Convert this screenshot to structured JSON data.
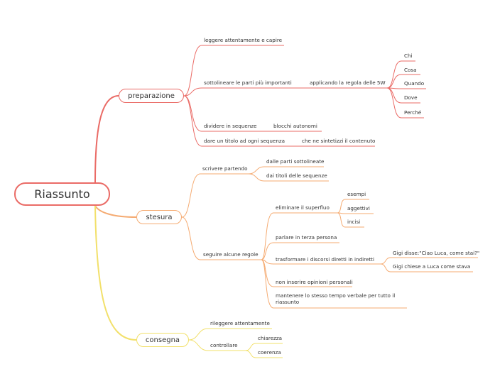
{
  "root": "Riassunto",
  "colors": {
    "preparazione": "#ea6b66",
    "stesura": "#f5ab72",
    "consegna": "#f2e06a"
  },
  "branches": {
    "preparazione": {
      "label": "preparazione",
      "leggere": "leggere attentamente e capire",
      "sottolineare": "sottolineare le parti più importanti",
      "applicando": "applicando la regola delle 5W",
      "w": [
        "Chi",
        "Cosa",
        "Quando",
        "Dove",
        "Perché"
      ],
      "dividere": "dividere in sequenze",
      "blocchi": "blocchi autonomi",
      "titolo": "dare un titolo ad ogni sequenza",
      "sintetizzi": "che ne sintetizzi il contenuto"
    },
    "stesura": {
      "label": "stesura",
      "scrivere": "scrivere partendo",
      "dalle": "dalle parti sottolineate",
      "dai": "dai titoli delle sequenze",
      "seguire": "seguire alcune regole",
      "eliminare": "eliminare il superfluo",
      "superfluo": [
        "esempi",
        "aggettivi",
        "incisi"
      ],
      "terza": "parlare in terza persona",
      "trasformare": "trasformare i discorsi diretti in indiretti",
      "gigi1": "Gigi disse:\"Ciao Luca, come stai?\"",
      "gigi2": "Gigi chiese a Luca come stava",
      "opinioni": "non inserire opinioni personali",
      "tempo": "mantenere lo stesso tempo verbale per tutto il riassunto"
    },
    "consegna": {
      "label": "consegna",
      "rileggere": "rileggere attentamente",
      "controllare": "controllare",
      "chiarezza": "chiarezza",
      "coerenza": "coerenza"
    }
  }
}
